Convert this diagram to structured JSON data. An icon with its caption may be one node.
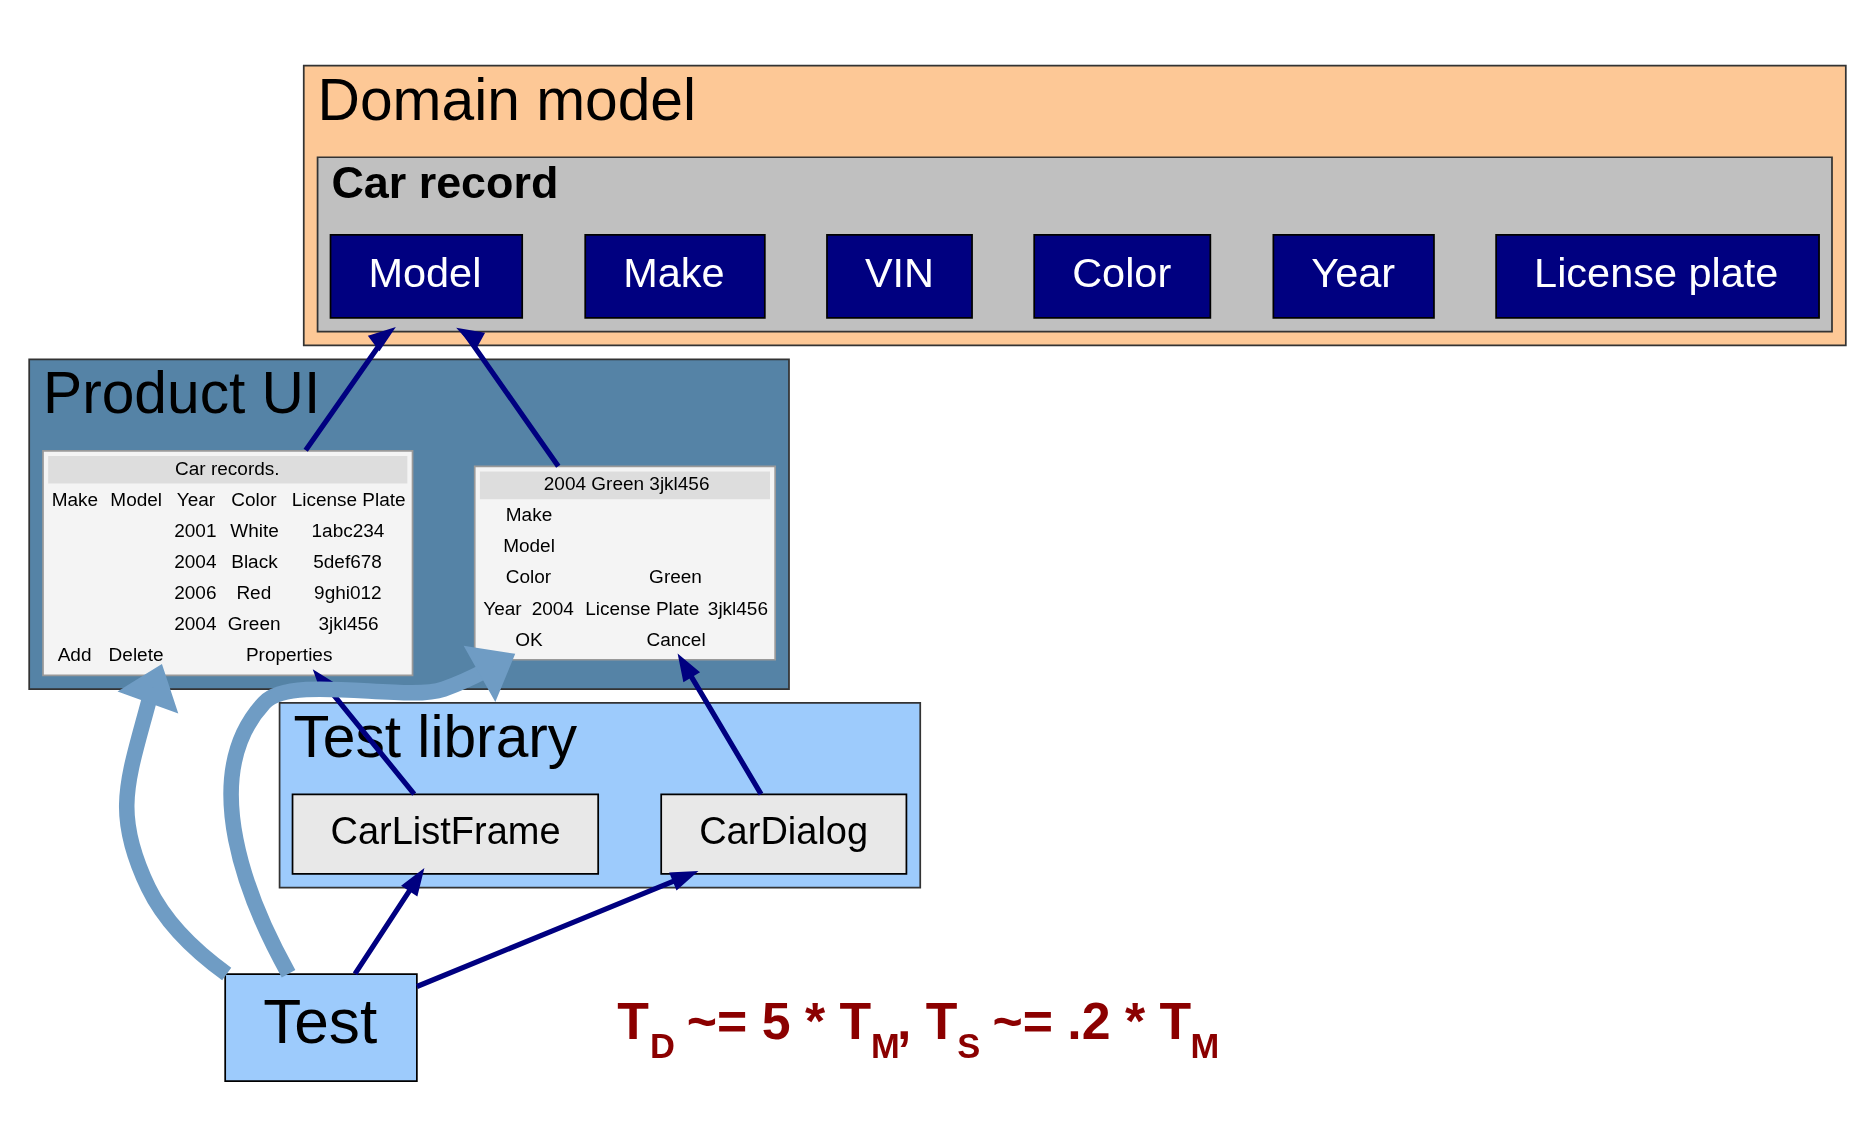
{
  "diagram": {
    "nodes": [
      {
        "text": [
          "Domain model"
        ]
      },
      {
        "text": [
          "Car record"
        ],
        "in": 0
      },
      {
        "text": [
          "Model"
        ],
        "in": 1
      },
      {
        "text": [
          "Make"
        ],
        "in": 1
      },
      {
        "text": [
          "VIN"
        ],
        "in": 1
      },
      {
        "text": [
          "Color"
        ],
        "in": 1
      },
      {
        "text": [
          "Year"
        ],
        "in": 1
      },
      {
        "text": [
          "License plate"
        ],
        "in": 1
      },
      {
        "text": [
          "Product UI"
        ]
      },
      {
        "text": [
          "Car records.",
          "Make",
          "Model",
          "Year",
          "Color",
          "License Plate",
          "2001",
          "White",
          "1abc234",
          "2004",
          "Black",
          "5def678",
          "2006",
          "Red",
          "9ghi012",
          "2004",
          "Green",
          "3jkl456",
          "Add",
          "Delete",
          "Properties"
        ],
        "in": 8
      },
      {
        "text": [
          "2004 Green 3jkl456",
          "Make",
          "Model",
          "Color",
          "Green",
          "Year",
          "2004",
          "License Plate",
          "3jkl456",
          "OK",
          "Cancel"
        ],
        "in": 8
      },
      {
        "text": [
          "Test library"
        ]
      },
      {
        "text": [
          "CarListFrame"
        ],
        "in": 11
      },
      {
        "text": [
          "CarDialog"
        ],
        "in": 11
      },
      {
        "text": [
          "Test"
        ]
      }
    ],
    "edges": [
      {
        "from": 9,
        "to": 1,
        "arrow": "to"
      },
      {
        "from": 10,
        "to": 1,
        "arrow": "to"
      },
      {
        "from": 12,
        "to": 9,
        "arrow": "to"
      },
      {
        "from": 13,
        "to": 10,
        "arrow": "to"
      },
      {
        "from": 14,
        "to": 12,
        "arrow": "to"
      },
      {
        "from": 14,
        "to": 13,
        "arrow": "to"
      },
      {
        "from": 14,
        "to": 9,
        "arrow": "to",
        "style": "thick",
        "color": "#6f9cc4"
      },
      {
        "from": 14,
        "to": 10,
        "arrow": "to",
        "style": "thick",
        "color": "#6f9cc4"
      }
    ],
    "labels": [
      "T$_{D}$ ~= 5 * T$_{M}$, T$_{S}$ ~= .2 * T$_{M}$"
    ]
  }
}
